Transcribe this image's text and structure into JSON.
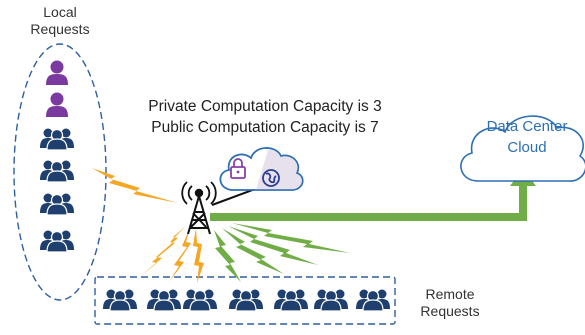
{
  "labels": {
    "local_line1": "Local",
    "local_line2": "Requests",
    "remote_line1": "Remote",
    "remote_line2": "Requests",
    "private_capacity": "Private Computation Capacity is 3",
    "public_capacity": "Public Computation Capacity is 7",
    "cloud_line1": "Data Center",
    "cloud_line2": "Cloud"
  },
  "colors": {
    "single_user": "#7b3aa0",
    "group_user": "#1f3f6e",
    "ellipse_border": "#2e5f9e",
    "lightning_orange": "#f5a623",
    "lightning_green": "#70ad47",
    "arrow_green": "#70ad47",
    "cloud_stroke": "#2d6fb4",
    "lock_color": "#8a3fa8",
    "globe_color": "#2d3f8f"
  },
  "icons": {
    "local_users": [
      "user-icon",
      "user-icon",
      "user-group-icon",
      "user-group-icon",
      "user-group-icon",
      "user-group-icon"
    ],
    "remote_users": [
      "user-group-icon",
      "user-group-icon",
      "user-group-icon",
      "user-group-icon",
      "user-group-icon",
      "user-group-icon",
      "user-group-icon"
    ],
    "tower": "radio-tower-icon",
    "hybrid_cloud": "hybrid-cloud-icon",
    "data_center_cloud": "cloud-icon"
  }
}
